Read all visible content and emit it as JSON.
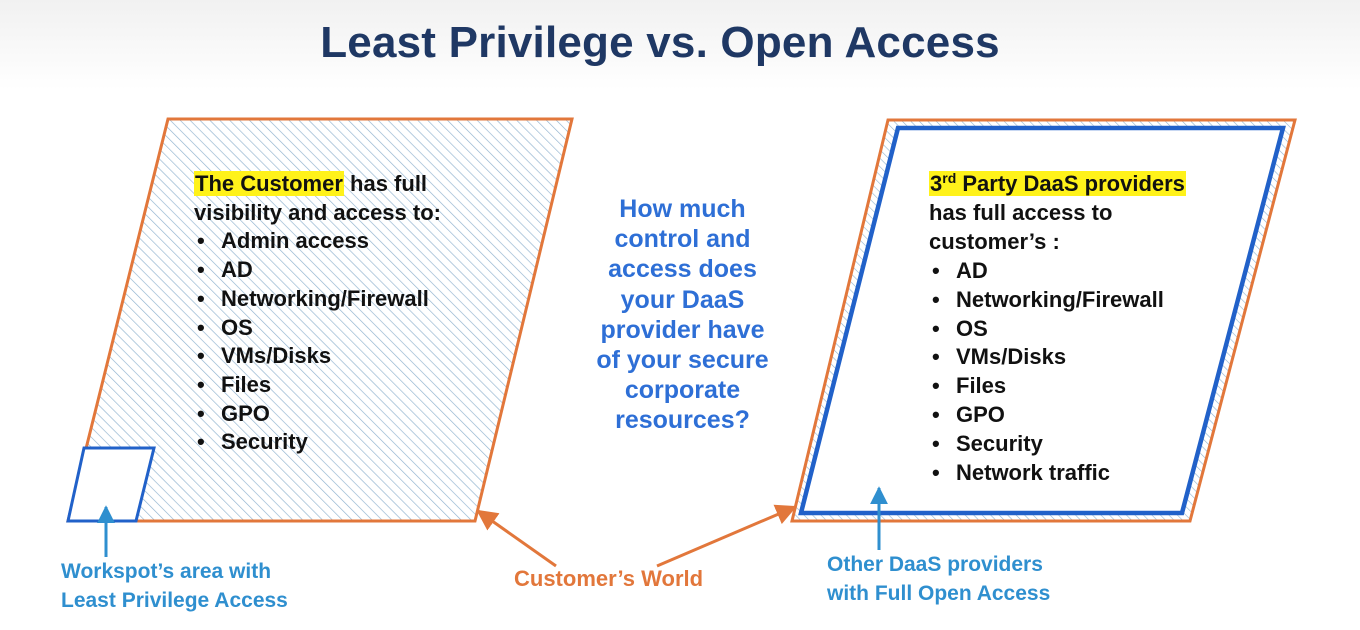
{
  "title": "Least Privilege vs. Open Access",
  "left_box": {
    "highlight": "The Customer",
    "heading_rest_line1": " has full",
    "heading_line2": "visibility and access to:",
    "items": [
      "Admin access",
      "AD",
      "Networking/Firewall",
      "OS",
      "VMs/Disks",
      "Files",
      "GPO",
      "Security"
    ]
  },
  "right_box": {
    "highlight_num": "3",
    "highlight_sup": "rd",
    "highlight_rest": " Party DaaS providers",
    "heading_line2": "has full access to",
    "heading_line3": "customer’s :",
    "items": [
      "AD",
      "Networking/Firewall",
      "OS",
      "VMs/Disks",
      "Files",
      "GPO",
      "Security",
      "Network traffic"
    ]
  },
  "question_lines": [
    "How much",
    "control and",
    "access does",
    "your DaaS",
    "provider have",
    "of your secure",
    "corporate",
    "resources?"
  ],
  "captions": {
    "workspot": [
      "Workspot’s area with",
      "Least Privilege Access"
    ],
    "customers_world": "Customer’s World",
    "other_providers": [
      "Other DaaS providers",
      "with Full Open Access"
    ]
  },
  "colors": {
    "title": "#1f3864",
    "orange": "#e2773b",
    "blue_border": "#2161c9",
    "question_blue": "#2e6fd6",
    "caption_blue": "#2f8fcf",
    "highlight": "#fff21a",
    "hatch": "#8fb2ce"
  }
}
